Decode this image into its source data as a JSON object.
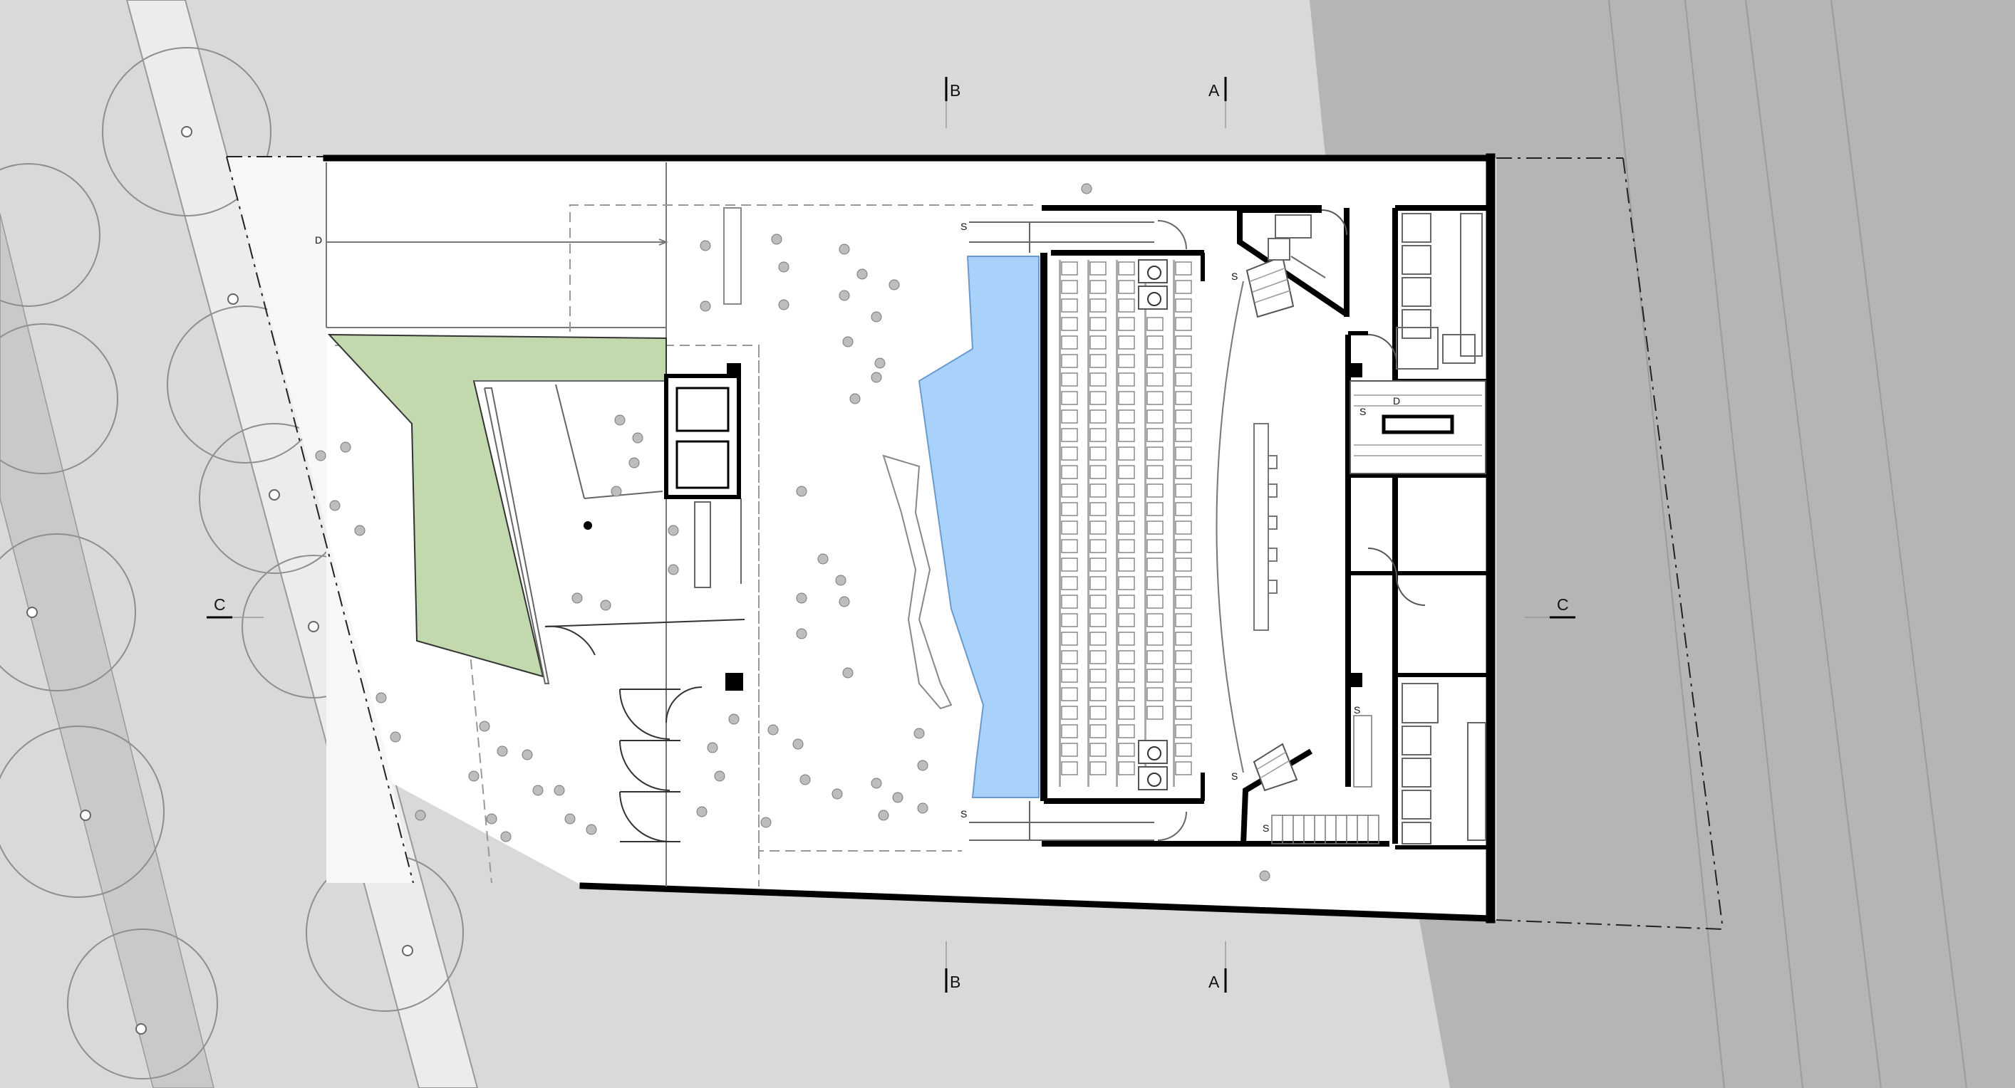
{
  "section_labels": {
    "b_top": "B",
    "a_top": "A",
    "c_left": "C",
    "c_right": "C",
    "b_bottom": "B",
    "a_bottom": "A"
  },
  "tags": {
    "d_entrance": "D",
    "s_stage_top": "S",
    "s_stair_top": "S",
    "s_stage_bottom": "S",
    "s_stair_bottom": "S",
    "s_lower_corridor": "S",
    "s_core": "S",
    "d_core": "D",
    "s_lower_stair": "S"
  },
  "colors": {
    "site_light": "#d9d9d9",
    "site_dark": "#b5b5b5",
    "floor": "#ffffff",
    "water": "#a9d2fb",
    "garden": "#c2d8ad",
    "wall": "#000000",
    "outline": "#8a8a8a"
  }
}
